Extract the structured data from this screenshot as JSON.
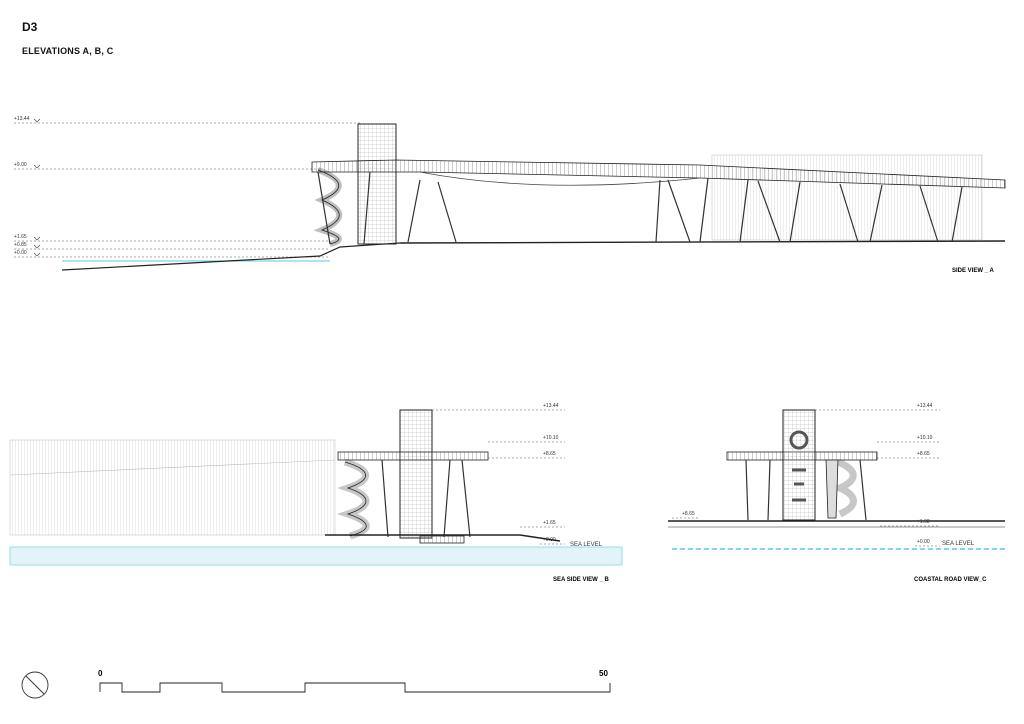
{
  "sheet": {
    "code": "D3",
    "title": "ELEVATIONS A, B, C"
  },
  "views": {
    "a": {
      "label": "SIDE VIEW _ A",
      "levels": [
        "+13.44",
        "+9.00",
        "+1.65",
        "+0.85",
        "+0.00"
      ]
    },
    "b": {
      "label": "SEA SIDE VIEW _ B",
      "levels": [
        "+13.44",
        "+10.10",
        "+8.65",
        "+1.65",
        "+0.00"
      ],
      "sea_level": "SEA LEVEL"
    },
    "c": {
      "label": "COASTAL ROAD VIEW_C",
      "levels": [
        "+13.44",
        "+10.10",
        "+8.65",
        "+1.98",
        "+0.00"
      ],
      "side_level": "+8.65",
      "sea_level": "SEA LEVEL"
    }
  },
  "scale_bar": {
    "start": "0",
    "end": "50"
  },
  "colors": {
    "water": "#7fd4e4",
    "water_fill": "#e3f4f8",
    "line": "#222222"
  }
}
